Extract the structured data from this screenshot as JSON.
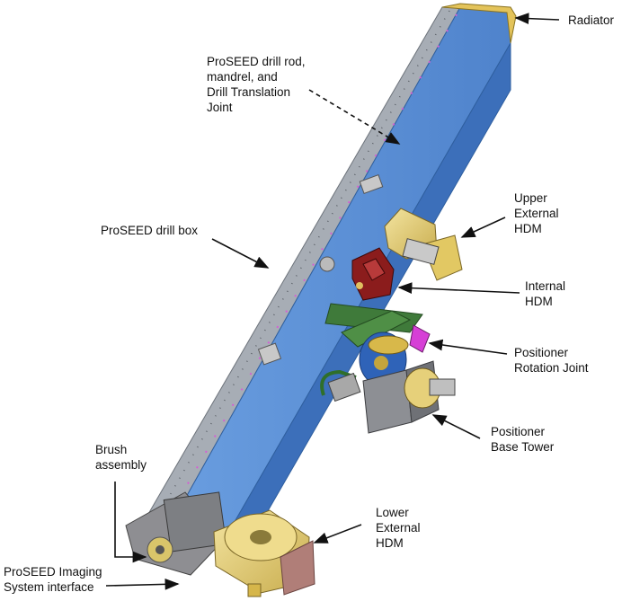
{
  "labels": {
    "radiator": "Radiator",
    "drill_rod": "ProSEED drill rod,\nmandrel, and\nDrill Translation\nJoint",
    "drill_box": "ProSEED drill box",
    "upper_hdm": "Upper\nExternal\nHDM",
    "internal_hdm": "Internal\nHDM",
    "rotation_joint": "Positioner\nRotation Joint",
    "base_tower": "Positioner\nBase Tower",
    "brush": "Brush\nassembly",
    "imaging": "ProSEED Imaging\nSystem interface",
    "lower_hdm": "Lower\nExternal\nHDM"
  },
  "colors": {
    "box_blue": "#5b8fd6",
    "box_blue_dark": "#3c6fba",
    "box_edge": "#9aa0a8",
    "hdm_yellow": "#e8d27a",
    "internal_red": "#8b1c1c",
    "arm_green": "#3f7a3a",
    "joint_blue": "#2f63b8",
    "accent_magenta": "#d63fd6",
    "tower_gray": "#8d8f94"
  }
}
